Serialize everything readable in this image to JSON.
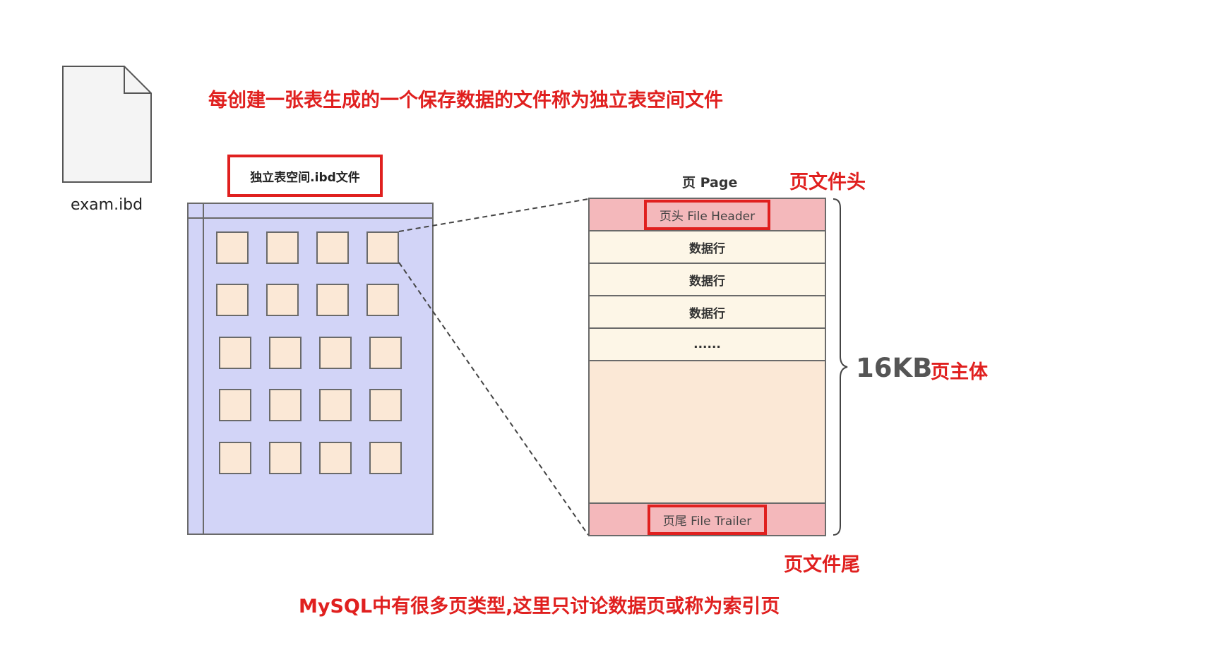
{
  "file": {
    "name": "exam.ibd"
  },
  "headline": "每创建一张表生成的一个保存数据的文件称为独立表空间文件",
  "tablespace": {
    "label": "独立表空间.ibd文件"
  },
  "page": {
    "title": "页 Page",
    "header_label": "页文件头",
    "header_inner": "页头 File Header",
    "rows": [
      "数据行",
      "数据行",
      "数据行",
      "......"
    ],
    "trailer_inner": "页尾 File Trailer",
    "trailer_label": "页文件尾",
    "size": "16KB",
    "body_label": "页主体"
  },
  "footer": "MySQL中有很多页类型,这里只讨论数据页或称为索引页",
  "colors": {
    "accent_red": "#e0201f",
    "tablespace_fill": "#d2d4f7",
    "cell_fill": "#fbe8d6",
    "row_fill": "#fdf6e7",
    "header_fill": "#f4b8bb"
  }
}
